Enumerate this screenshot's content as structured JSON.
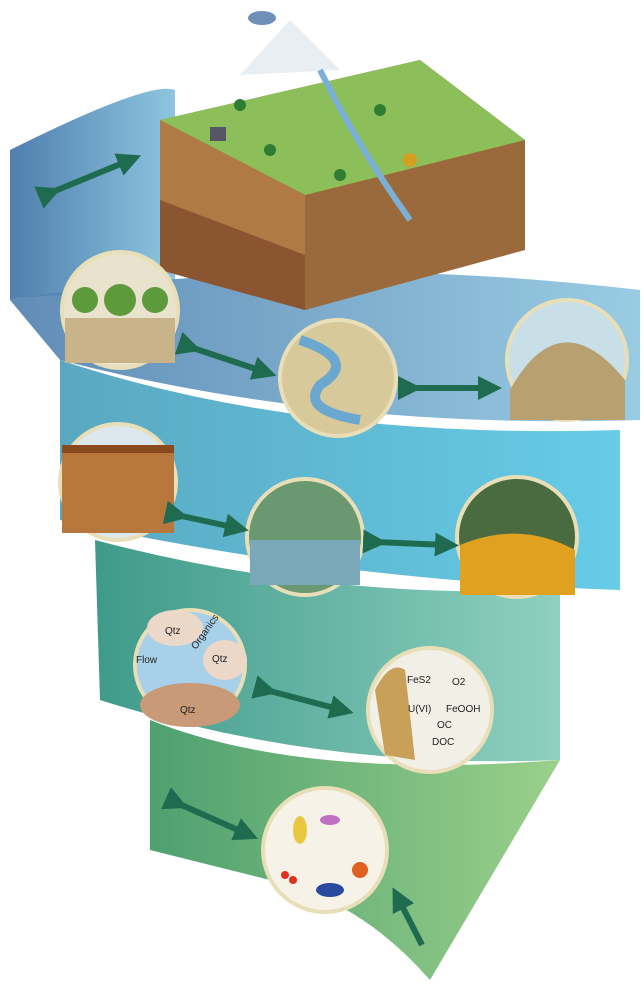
{
  "colors": {
    "band_top": "#5f8fb8",
    "band_mid": "#6cc0d8",
    "band_low": "#5fb8a8",
    "band_bottom": "#7cc07a",
    "arrow": "#1f6b50",
    "circle_border": "#e8dfb8"
  },
  "pore_scale": {
    "grain_top": "Qtz",
    "organics": "Organics",
    "grain_right": "Qtz",
    "grain_bottom": "Qtz",
    "flow": "Flow"
  },
  "geochem": {
    "pyrite": "FeS2",
    "oxygen": "O2",
    "iron_oxide": "FeOOH",
    "uranium": "U(VI)",
    "organic_carbon": "OC",
    "dissolved_oc": "DOC"
  }
}
